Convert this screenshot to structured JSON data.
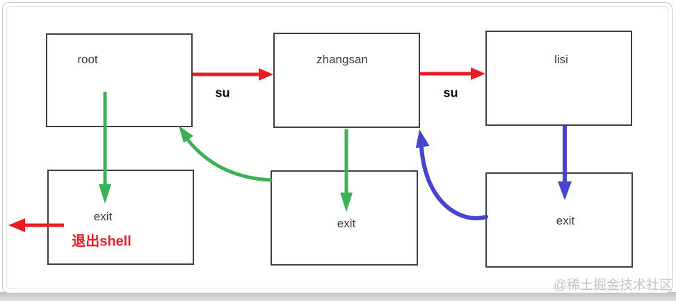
{
  "colors": {
    "red": "#ec1c24",
    "green": "#3cb054",
    "blue": "#4545cd",
    "box_border": "#3f3f3f",
    "label": "#333a45",
    "watermark": "#c4c4c4",
    "frame": "#c6c6c6"
  },
  "diagram": {
    "nodes": [
      {
        "id": "root",
        "label": "root"
      },
      {
        "id": "zhangsan",
        "label": "zhangsan"
      },
      {
        "id": "lisi",
        "label": "lisi"
      },
      {
        "id": "exit-from-root",
        "label": "exit"
      },
      {
        "id": "exit-from-zhangsan",
        "label": "exit"
      },
      {
        "id": "exit-from-lisi",
        "label": "exit"
      }
    ],
    "edges": [
      {
        "label": "su"
      },
      {
        "label": "su"
      }
    ],
    "note": "退出shell",
    "watermark": "@稀土掘金技术社区"
  }
}
